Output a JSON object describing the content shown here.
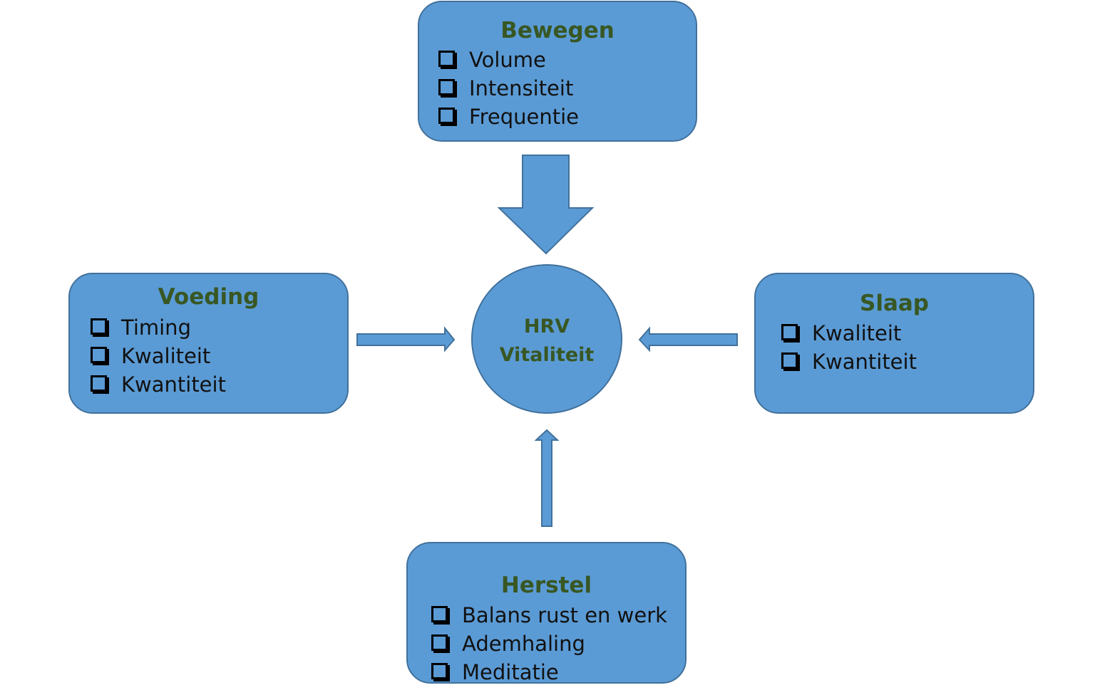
{
  "colors": {
    "box_fill": "#5b9bd5",
    "box_border": "#41719c",
    "title_green": "#385723",
    "text": "#111111"
  },
  "center": {
    "line1": "HRV",
    "line2": "Vitaliteit"
  },
  "bewegen": {
    "title": "Bewegen",
    "items": [
      "Volume",
      "Intensiteit",
      "Frequentie"
    ]
  },
  "voeding": {
    "title": "Voeding",
    "items": [
      "Timing",
      "Kwaliteit",
      "Kwantiteit"
    ]
  },
  "slaap": {
    "title": "Slaap",
    "items": [
      "Kwaliteit",
      "Kwantiteit"
    ]
  },
  "herstel": {
    "title": "Herstel",
    "items": [
      "Balans rust en werk",
      "Ademhaling",
      "Meditatie"
    ]
  },
  "checkbox_icon": "checkbox-icon",
  "arrow_icons": [
    "arrow-down-icon",
    "arrow-right-icon",
    "arrow-left-icon",
    "arrow-up-icon"
  ]
}
